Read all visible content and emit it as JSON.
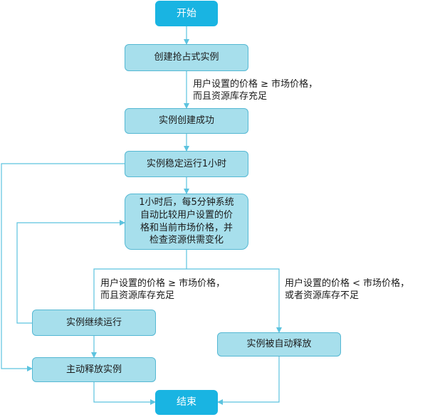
{
  "nodes": {
    "start": "开始",
    "create_spot": "创建抢占式实例",
    "create_success": "实例创建成功",
    "stable_run": "实例稳定运行1小时",
    "compare_lines": [
      "1小时后，每5分钟系统",
      "自动比较用户设置的价",
      "格和当前市场价格，并",
      "检查资源供需变化"
    ],
    "continue_run": "实例继续运行",
    "auto_release": "实例被自动释放",
    "manual_release": "主动释放实例",
    "end": "结束"
  },
  "conditions": {
    "price_ok_top": [
      "用户设置的价格 ≥ 市场价格，",
      "而且资源库存充足"
    ],
    "price_ok_mid": [
      "用户设置的价格 ≥ 市场价格，",
      "而且资源库存充足"
    ],
    "price_low": [
      "用户设置的价格 < 市场价格，",
      "或者资源库存不足"
    ]
  },
  "colors": {
    "terminal_fill": "#19b4e2",
    "process_fill": "#a7dfec",
    "process_border": "#55b8d3",
    "edge": "#5cc3df"
  }
}
